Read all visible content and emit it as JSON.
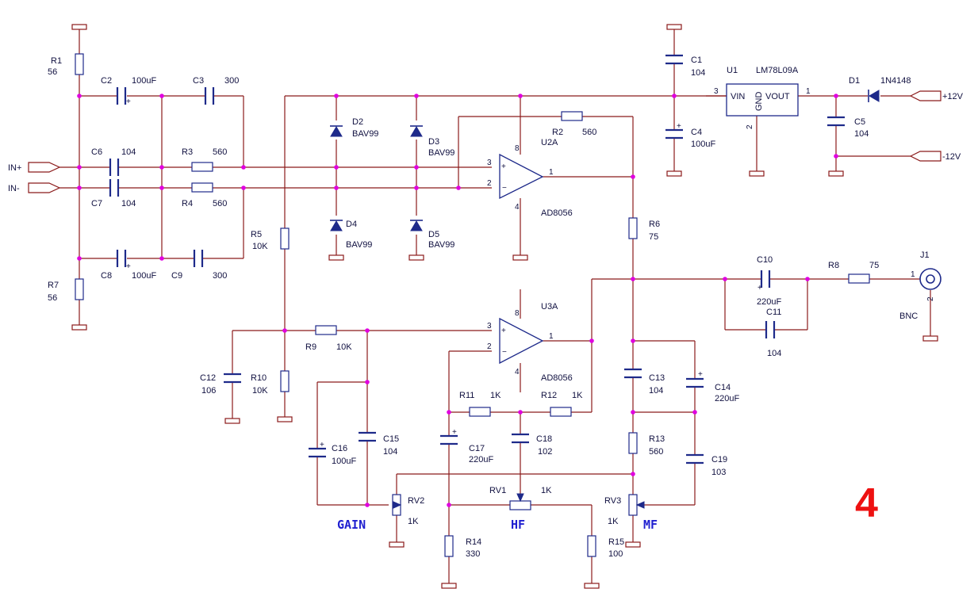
{
  "components": {
    "R1": {
      "ref": "R1",
      "value": "56"
    },
    "R2": {
      "ref": "R2",
      "value": "560"
    },
    "R3": {
      "ref": "R3",
      "value": "560"
    },
    "R4": {
      "ref": "R4",
      "value": "560"
    },
    "R5": {
      "ref": "R5",
      "value": "10K"
    },
    "R6": {
      "ref": "R6",
      "value": "75"
    },
    "R7": {
      "ref": "R7",
      "value": "56"
    },
    "R8": {
      "ref": "R8",
      "value": "75"
    },
    "R9": {
      "ref": "R9",
      "value": "10K"
    },
    "R10": {
      "ref": "R10",
      "value": "10K"
    },
    "R11": {
      "ref": "R11",
      "value": "1K"
    },
    "R12": {
      "ref": "R12",
      "value": "1K"
    },
    "R13": {
      "ref": "R13",
      "value": "560"
    },
    "R14": {
      "ref": "R14",
      "value": "330"
    },
    "R15": {
      "ref": "R15",
      "value": "100"
    },
    "C1": {
      "ref": "C1",
      "value": "104"
    },
    "C2": {
      "ref": "C2",
      "value": "100uF"
    },
    "C3": {
      "ref": "C3",
      "value": "300"
    },
    "C4": {
      "ref": "C4",
      "value": "100uF"
    },
    "C5": {
      "ref": "C5",
      "value": "104"
    },
    "C6": {
      "ref": "C6",
      "value": "104"
    },
    "C7": {
      "ref": "C7",
      "value": "104"
    },
    "C8": {
      "ref": "C8",
      "value": "100uF"
    },
    "C9": {
      "ref": "C9",
      "value": "300"
    },
    "C10": {
      "ref": "C10",
      "value": "220uF"
    },
    "C11": {
      "ref": "C11",
      "value": "104"
    },
    "C12": {
      "ref": "C12",
      "value": "106"
    },
    "C13": {
      "ref": "C13",
      "value": "104"
    },
    "C14": {
      "ref": "C14",
      "value": "220uF"
    },
    "C15": {
      "ref": "C15",
      "value": "104"
    },
    "C16": {
      "ref": "C16",
      "value": "100uF"
    },
    "C17": {
      "ref": "C17",
      "value": "220uF"
    },
    "C18": {
      "ref": "C18",
      "value": "102"
    },
    "C19": {
      "ref": "C19",
      "value": "103"
    },
    "D1": {
      "ref": "D1",
      "value": "1N4148"
    },
    "D2": {
      "ref": "D2",
      "value": "BAV99"
    },
    "D3": {
      "ref": "D3",
      "value": "BAV99"
    },
    "D4": {
      "ref": "D4",
      "value": "BAV99"
    },
    "D5": {
      "ref": "D5",
      "value": "BAV99"
    },
    "U1": {
      "ref": "U1",
      "value": "LM78L09A",
      "vin": "VIN",
      "vout": "VOUT",
      "gnd": "GND"
    },
    "U2A": {
      "ref": "U2A",
      "value": "AD8056"
    },
    "U3A": {
      "ref": "U3A",
      "value": "AD8056"
    },
    "RV1": {
      "ref": "RV1",
      "value": "1K"
    },
    "RV2": {
      "ref": "RV2",
      "value": "1K"
    },
    "RV3": {
      "ref": "RV3",
      "value": "1K"
    },
    "J1": {
      "ref": "J1",
      "value": "BNC"
    }
  },
  "ports": {
    "in_plus": "IN+",
    "in_minus": "IN-",
    "plus12": "+12V",
    "minus12": "-12V"
  },
  "pins": {
    "p1": "1",
    "p2": "2",
    "p3": "3",
    "p4": "4",
    "p8": "8",
    "plus": "+",
    "minus": "−"
  },
  "controls": {
    "gain": "GAIN",
    "hf": "HF",
    "mf": "MF"
  },
  "page_number": "4",
  "colors": {
    "wire": "#8b1a1a",
    "component": "#1e2a8a",
    "junction": "#e000e0",
    "control_label": "#2020d0",
    "page_number": "#ee1111"
  }
}
